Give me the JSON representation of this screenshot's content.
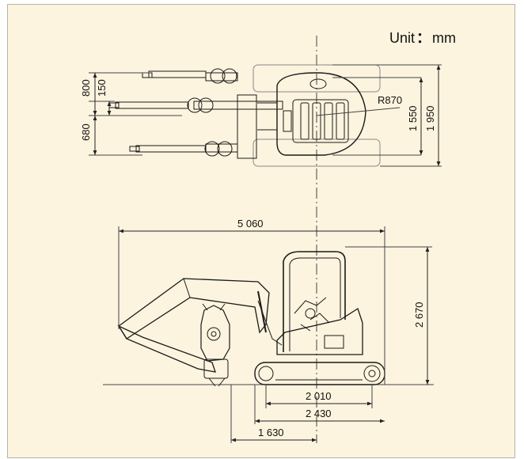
{
  "unit": {
    "label": "Unit",
    "sep": "：",
    "value": "mm"
  },
  "top_view": {
    "dims": {
      "blade_offset_top": "800",
      "offset_150": "150",
      "blade_offset_bottom": "680",
      "swing_radius": "R870",
      "width_1550": "1 550",
      "width_1950": "1 950"
    }
  },
  "side_view": {
    "dims": {
      "overall_length": "5 060",
      "overall_height": "2 670",
      "track_length_2010": "2 010",
      "track_length_2430": "2 430",
      "dim_1630": "1 630"
    }
  },
  "colors": {
    "panel": "#fdf4df",
    "line": "#1a1a1a",
    "dim_line": "#333333"
  }
}
